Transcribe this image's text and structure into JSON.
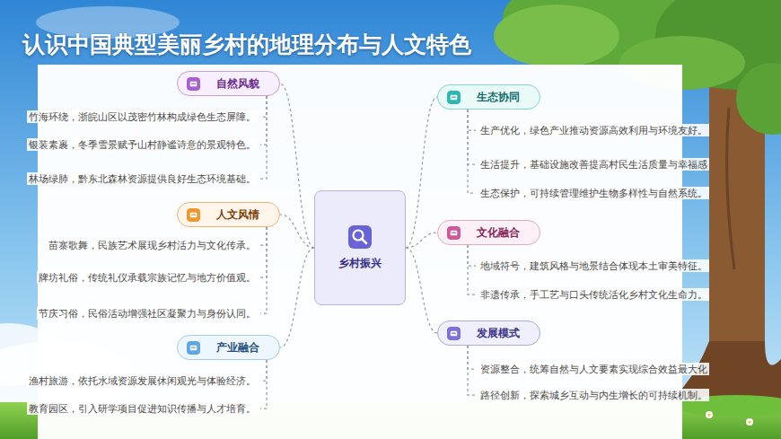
{
  "diagram": {
    "title": "认识中国典型美丽乡村的地理分布与人文特色",
    "nodes": [
      {
        "text": [
          "乡村振兴"
        ]
      },
      {
        "text": [
          "自然风貌"
        ]
      },
      {
        "text": [
          "竹海环绕，浙皖山区以茂密竹林构成绿色生态屏障。"
        ]
      },
      {
        "text": [
          "银装素裹，冬季雪景赋予山村静谧诗意的景观特色。"
        ]
      },
      {
        "text": [
          "林场绿肺，黔东北森林资源提供良好生态环境基础。"
        ]
      },
      {
        "text": [
          "人文风情"
        ]
      },
      {
        "text": [
          "苗寨歌舞，民族艺术展现乡村活力与文化传承。"
        ]
      },
      {
        "text": [
          "牌坊礼俗，传统礼仪承载宗族记忆与地方价值观。"
        ]
      },
      {
        "text": [
          "节庆习俗，民俗活动增强社区凝聚力与身份认同。"
        ]
      },
      {
        "text": [
          "产业融合"
        ]
      },
      {
        "text": [
          "渔村旅游，依托水域资源发展休闲观光与体验经济。"
        ]
      },
      {
        "text": [
          "教育园区，引入研学项目促进知识传播与人才培育。"
        ]
      },
      {
        "text": [
          "生态协同"
        ]
      },
      {
        "text": [
          "生产优化，绿色产业推动资源高效利用与环境友好。"
        ]
      },
      {
        "text": [
          "生活提升，基础设施改善提高村民生活质量与幸福感"
        ]
      },
      {
        "text": [
          "生态保护，可持续管理维护生物多样性与自然系统。"
        ]
      },
      {
        "text": [
          "文化融合"
        ]
      },
      {
        "text": [
          "地域符号，建筑风格与地景结合体现本土审美特征。"
        ]
      },
      {
        "text": [
          "非遗传承，手工艺与口头传统活化乡村文化生命力。"
        ]
      },
      {
        "text": [
          "发展模式"
        ]
      },
      {
        "text": [
          "资源整合，统筹自然与人文要素实现综合效益最大化"
        ]
      },
      {
        "text": [
          "路径创新，探索城乡互动与内生增长的可持续机制。"
        ]
      }
    ],
    "edges": [
      {
        "from": 0,
        "to": 1,
        "arrow": "none"
      },
      {
        "from": 1,
        "to": 2,
        "arrow": "none"
      },
      {
        "from": 1,
        "to": 3,
        "arrow": "none"
      },
      {
        "from": 1,
        "to": 4,
        "arrow": "none"
      },
      {
        "from": 0,
        "to": 5,
        "arrow": "none"
      },
      {
        "from": 5,
        "to": 6,
        "arrow": "none"
      },
      {
        "from": 5,
        "to": 7,
        "arrow": "none"
      },
      {
        "from": 5,
        "to": 8,
        "arrow": "none"
      },
      {
        "from": 0,
        "to": 9,
        "arrow": "none"
      },
      {
        "from": 9,
        "to": 10,
        "arrow": "none"
      },
      {
        "from": 9,
        "to": 11,
        "arrow": "none"
      },
      {
        "from": 0,
        "to": 12,
        "arrow": "none"
      },
      {
        "from": 12,
        "to": 13,
        "arrow": "none"
      },
      {
        "from": 12,
        "to": 14,
        "arrow": "none"
      },
      {
        "from": 12,
        "to": 15,
        "arrow": "none"
      },
      {
        "from": 0,
        "to": 16,
        "arrow": "none"
      },
      {
        "from": 16,
        "to": 17,
        "arrow": "none"
      },
      {
        "from": 16,
        "to": 18,
        "arrow": "none"
      },
      {
        "from": 0,
        "to": 19,
        "arrow": "none"
      },
      {
        "from": 19,
        "to": 20,
        "arrow": "none"
      },
      {
        "from": 19,
        "to": 21,
        "arrow": "none"
      }
    ]
  }
}
